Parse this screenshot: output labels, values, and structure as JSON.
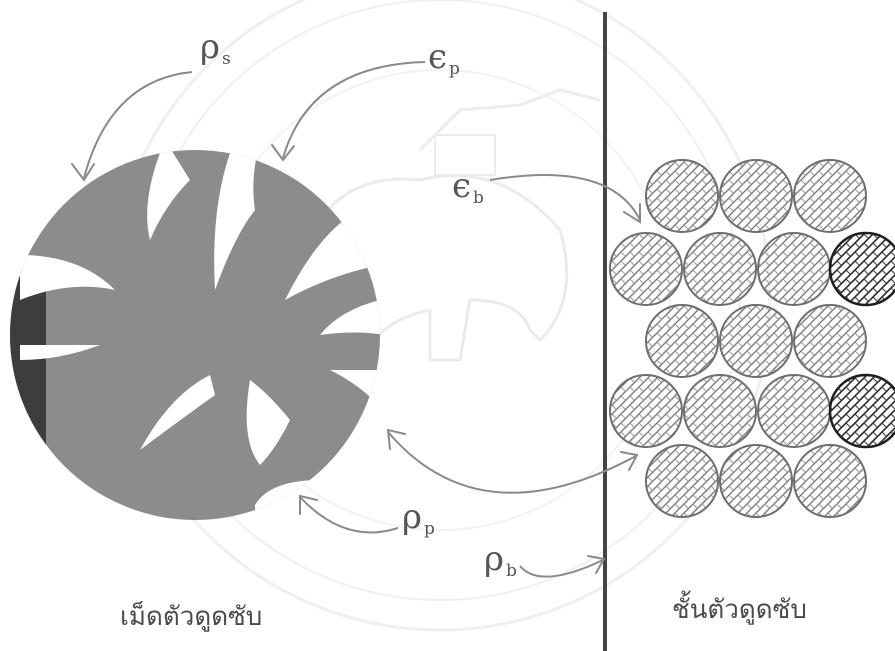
{
  "labels": {
    "solid_density": {
      "main": "ρ",
      "sub": "s"
    },
    "particle_porosity": {
      "main": "ϵ",
      "sub": "p"
    },
    "bed_porosity": {
      "main": "ϵ",
      "sub": "b"
    },
    "particle_density": {
      "main": "ρ",
      "sub": "p"
    },
    "bed_density": {
      "main": "ρ",
      "sub": "b"
    }
  },
  "captions": {
    "particle": "เม็ดตัวดูดซับ",
    "bed": "ชั้นตัวดูดซับ"
  },
  "colors": {
    "particle_fill": "#8c8c8c",
    "particle_edge": "#3a3a3a",
    "bed_stroke": "#6e6e6e",
    "bed_dark_stroke": "#1f1f1f",
    "divider": "#444444",
    "arrow": "#8a8a8a",
    "watermark": "#e6e6e6"
  },
  "watermark_icon": "university-seal-elephant"
}
